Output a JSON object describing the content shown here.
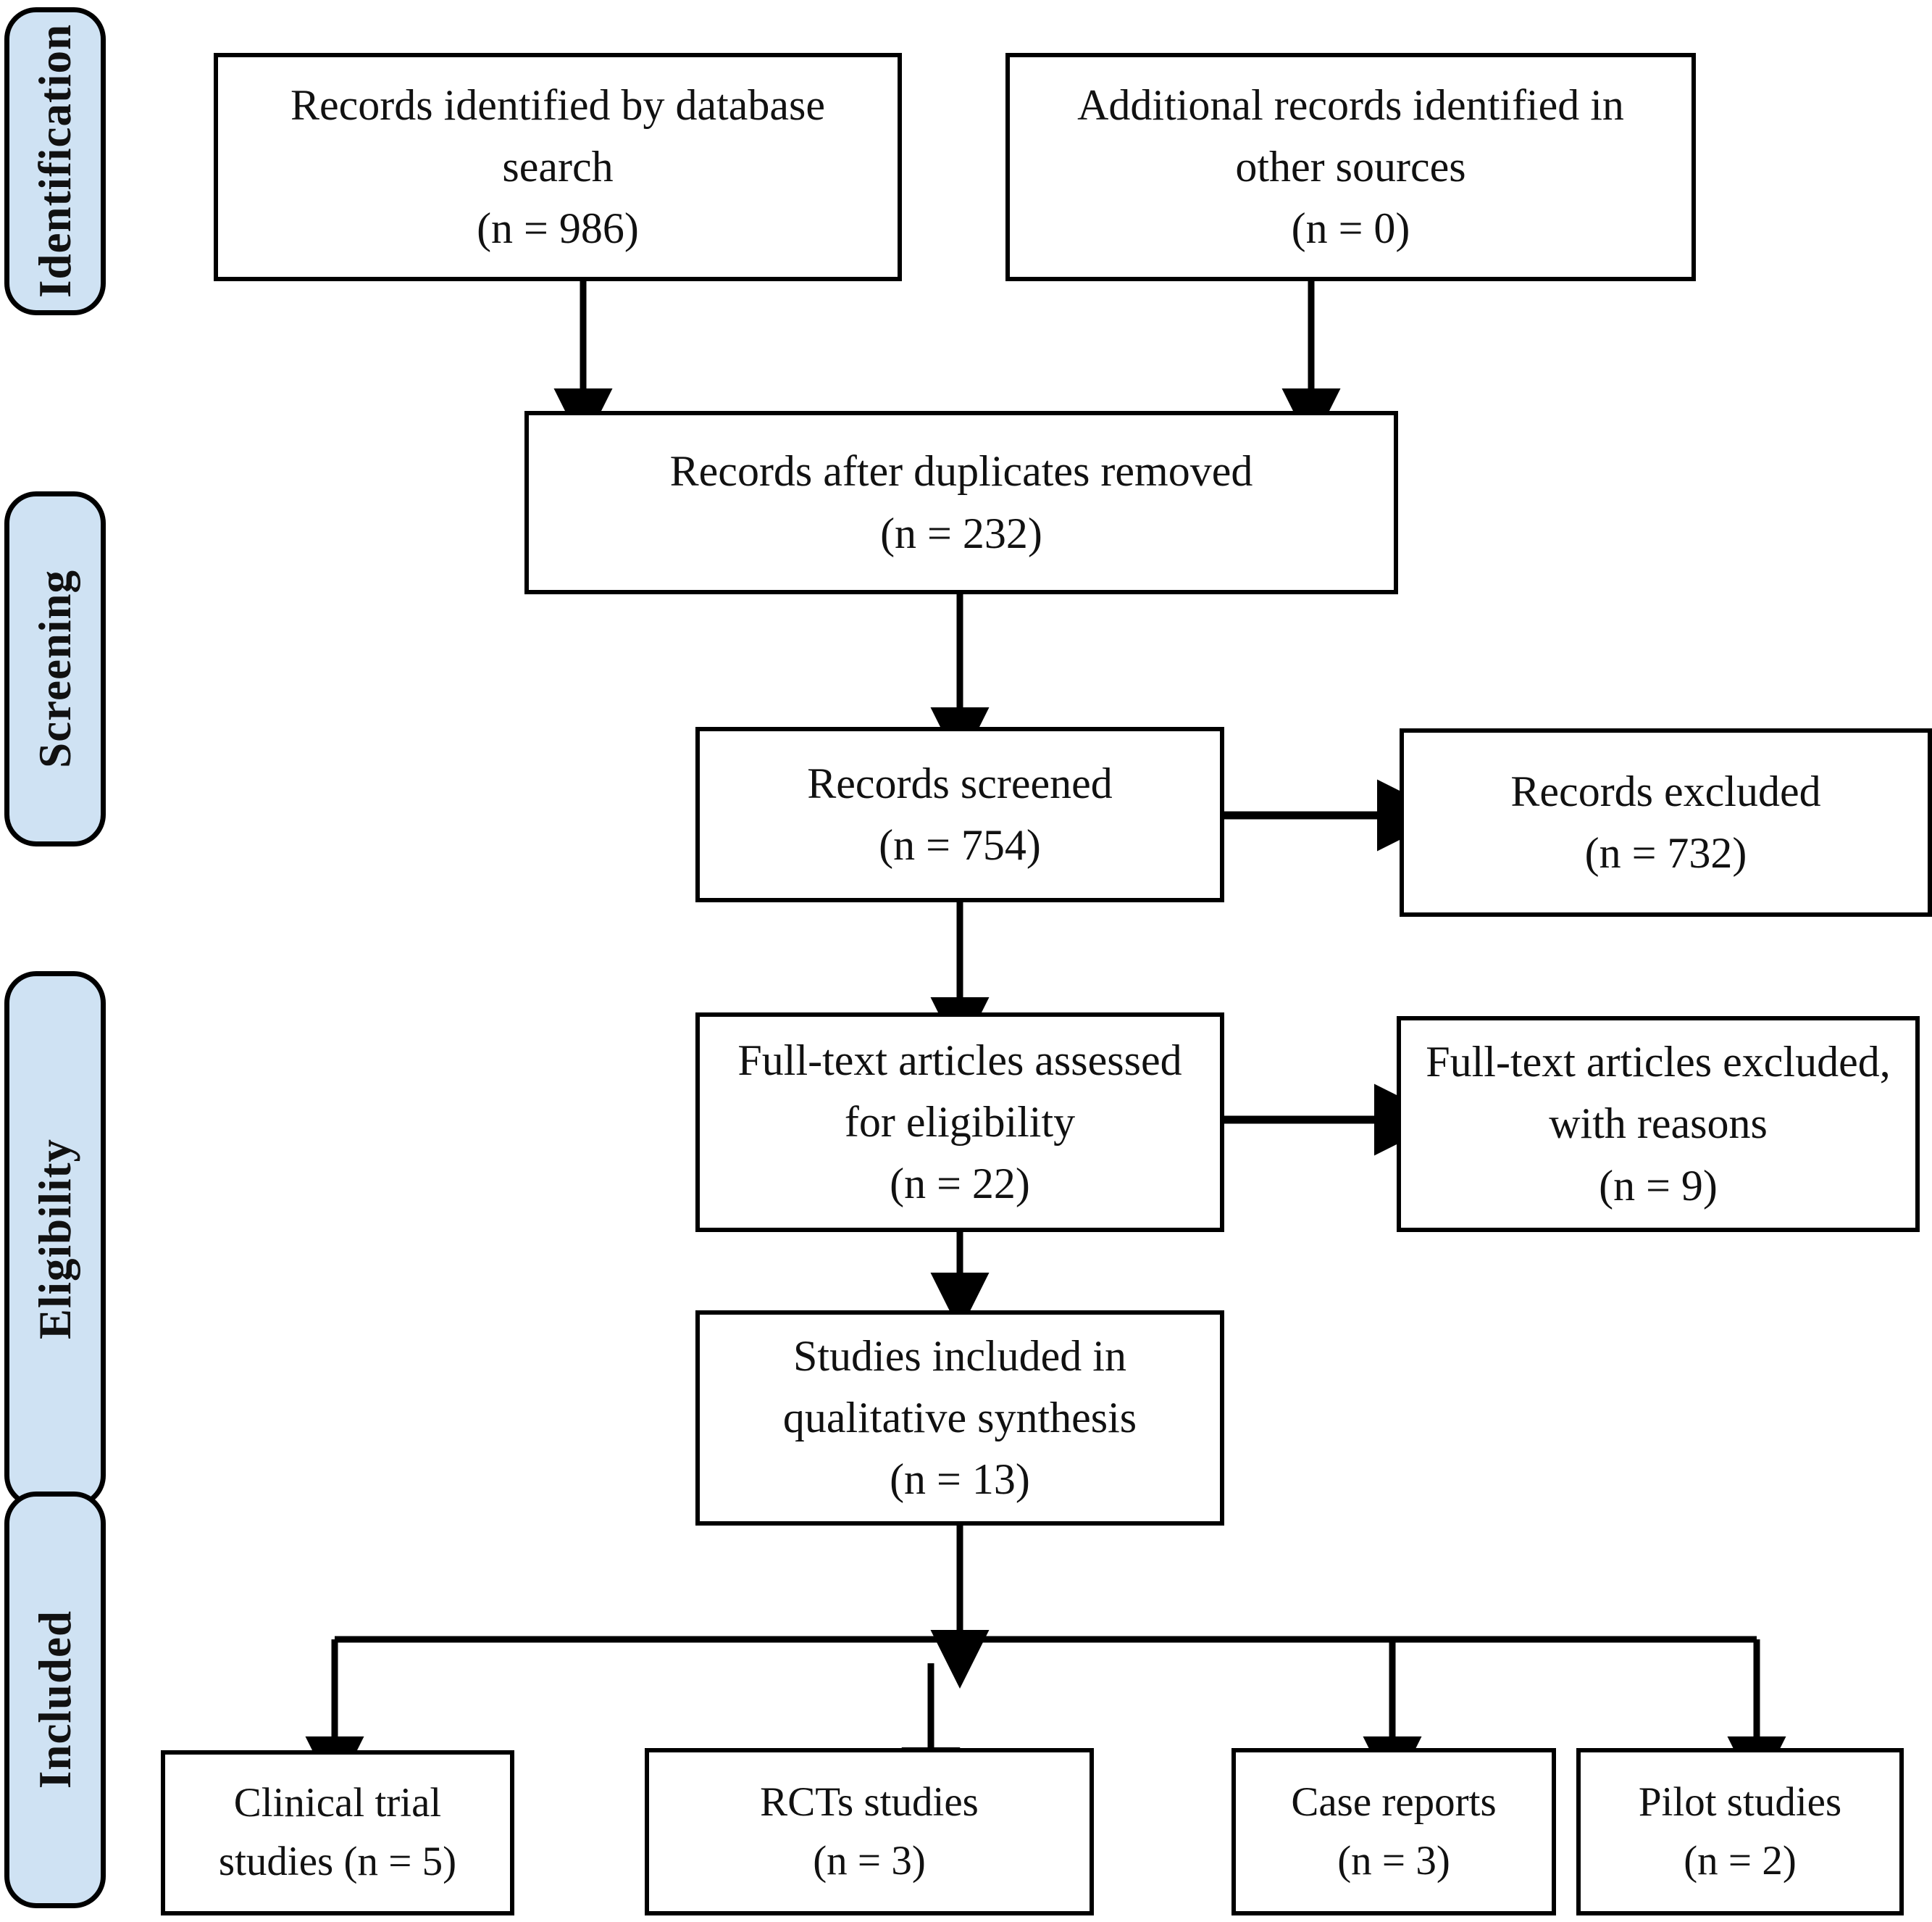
{
  "diagram": {
    "type": "prisma-flow-diagram",
    "title": "PRISMA study selection flow diagram",
    "stage_fill_color": "#cfe2f3",
    "line_color": "#000000",
    "background_color": "#ffffff"
  },
  "stages": [
    {
      "id": "identification",
      "label": "Identification"
    },
    {
      "id": "screening",
      "label": "Screening"
    },
    {
      "id": "eligibility",
      "label": "Eligibility"
    },
    {
      "id": "included",
      "label": "Included"
    }
  ],
  "boxes": {
    "database_search": {
      "text": "Records identified by database\nsearch\n(n = 986)",
      "count": 986
    },
    "other_sources": {
      "text": "Additional records identified in\nother sources\n(n = 0)",
      "count": 0
    },
    "after_duplicates": {
      "text": "Records after duplicates removed\n(n = 232)",
      "count": 232
    },
    "records_screened": {
      "text": "Records screened\n(n = 754)",
      "count": 754
    },
    "records_excluded": {
      "text": "Records excluded\n(n = 732)",
      "count": 732
    },
    "fulltext_assessed": {
      "text": "Full-text articles assessed\nfor eligibility\n(n = 22)",
      "count": 22
    },
    "fulltext_excluded": {
      "text": "Full-text articles excluded,\nwith reasons\n(n = 9)",
      "count": 9
    },
    "qualitative_synthesis": {
      "text": "Studies included in\nqualitative synthesis\n(n = 13)",
      "count": 13
    }
  },
  "included_breakdown": [
    {
      "id": "clinical-trial",
      "text": "Clinical trial\nstudies (n = 5)",
      "count": 5
    },
    {
      "id": "rcts",
      "text": "RCTs studies\n(n = 3)",
      "count": 3
    },
    {
      "id": "case-reports",
      "text": "Case reports\n(n = 3)",
      "count": 3
    },
    {
      "id": "pilot",
      "text": "Pilot studies\n(n = 2)",
      "count": 2
    }
  ]
}
